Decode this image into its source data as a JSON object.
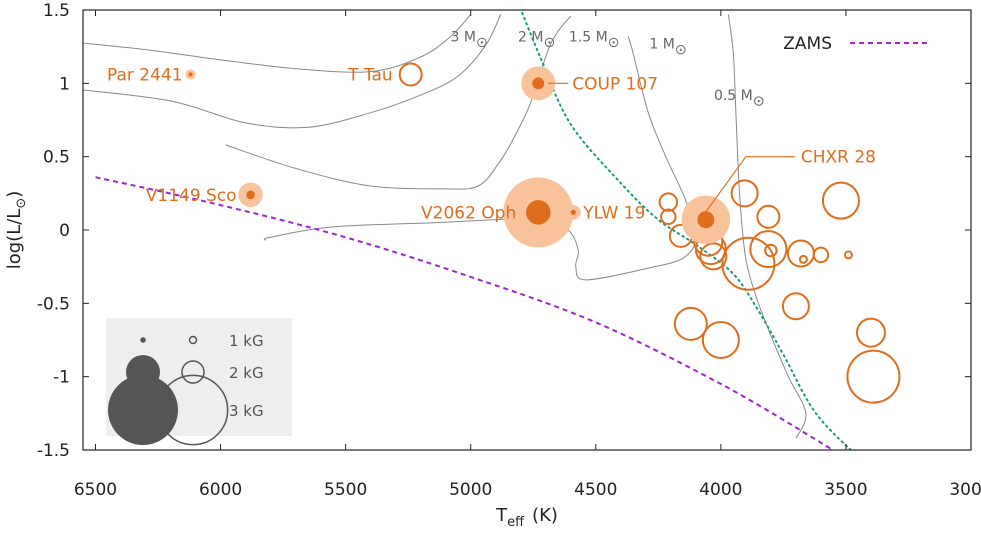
{
  "chart_data": {
    "type": "scatter",
    "xlabel": "T",
    "xlabel_sub": "eff",
    "xlabel_unit": "(K)",
    "ylabel": "log(L/L",
    "ylabel_sym": "⊙",
    "ylabel_end": ")",
    "xlim": [
      6550,
      3000
    ],
    "ylim": [
      -1.5,
      1.5
    ],
    "xticks": [
      "6500",
      "6000",
      "5500",
      "5000",
      "4500",
      "4000",
      "3500",
      "3000"
    ],
    "xtick_values": [
      6500,
      6000,
      5500,
      5000,
      4500,
      4000,
      3500,
      3000
    ],
    "yticks": [
      "1.5",
      "1",
      "0.5",
      "0",
      "-0.5",
      "-1",
      "-1.5"
    ],
    "ytick_values": [
      1.5,
      1,
      0.5,
      0,
      -0.5,
      -1,
      -1.5
    ],
    "colors": {
      "star": "#e06d1c",
      "star_light": "#f8c29b",
      "track": "#888888",
      "zams": "#9c27c9",
      "isochrone": "#1a9a7a",
      "legend_bg": "#eeeeee",
      "legend_mark": "#555555"
    },
    "zams": {
      "label": "ZAMS",
      "points": [
        [
          6500,
          0.36
        ],
        [
          6000,
          0.17
        ],
        [
          5500,
          -0.05
        ],
        [
          5000,
          -0.32
        ],
        [
          4500,
          -0.63
        ],
        [
          4000,
          -1.05
        ],
        [
          3600,
          -1.45
        ],
        [
          3560,
          -1.5
        ]
      ]
    },
    "isochrone": {
      "points": [
        [
          4810,
          1.55
        ],
        [
          4720,
          1.17
        ],
        [
          4600,
          0.72
        ],
        [
          4400,
          0.32
        ],
        [
          4250,
          0.07
        ],
        [
          4100,
          -0.1
        ],
        [
          3950,
          -0.3
        ],
        [
          3850,
          -0.55
        ],
        [
          3750,
          -0.85
        ],
        [
          3620,
          -1.25
        ],
        [
          3450,
          -1.55
        ]
      ]
    },
    "tracks": [
      {
        "name": "3 M",
        "label_x": 5030,
        "label_y": 1.32,
        "points": [
          [
            6580,
            1.28
          ],
          [
            6300,
            1.23
          ],
          [
            6000,
            1.16
          ],
          [
            5700,
            1.1
          ],
          [
            5400,
            1.08
          ],
          [
            5200,
            1.18
          ],
          [
            5080,
            1.32
          ],
          [
            5000,
            1.47
          ]
        ]
      },
      {
        "name": "2 M",
        "label_x": 4760,
        "label_y": 1.32,
        "points": [
          [
            6580,
            0.96
          ],
          [
            6200,
            0.88
          ],
          [
            5900,
            0.73
          ],
          [
            5650,
            0.7
          ],
          [
            5400,
            0.8
          ],
          [
            5200,
            0.92
          ],
          [
            5050,
            1.05
          ],
          [
            4940,
            1.26
          ],
          [
            4880,
            1.47
          ]
        ]
      },
      {
        "name": "1.5 M",
        "label_x": 4530,
        "label_y": 1.32,
        "points": [
          [
            5980,
            0.58
          ],
          [
            5700,
            0.42
          ],
          [
            5400,
            0.3
          ],
          [
            5100,
            0.28
          ],
          [
            4970,
            0.3
          ],
          [
            4890,
            0.45
          ],
          [
            4830,
            0.62
          ],
          [
            4760,
            0.87
          ],
          [
            4680,
            1.27
          ],
          [
            4600,
            1.46
          ]
        ]
      },
      {
        "name": "1 M",
        "label_x": 4235,
        "label_y": 1.27,
        "points": [
          [
            5820,
            -0.07
          ],
          [
            5800,
            -0.05
          ],
          [
            5560,
            0.02
          ],
          [
            5150,
            0.05
          ],
          [
            4900,
            0.07
          ],
          [
            4720,
            0.08
          ],
          [
            4610,
            0.0
          ],
          [
            4570,
            -0.14
          ],
          [
            4580,
            -0.25
          ],
          [
            4540,
            -0.34
          ],
          [
            4290,
            -0.26
          ],
          [
            4150,
            -0.19
          ],
          [
            4100,
            -0.05
          ],
          [
            4140,
            0.2
          ],
          [
            4220,
            0.5
          ],
          [
            4290,
            0.8
          ],
          [
            4350,
            1.2
          ],
          [
            4370,
            1.32
          ]
        ]
      },
      {
        "name": "0.5 M",
        "label_x": 3950,
        "label_y": 0.92,
        "points": [
          [
            3700,
            -1.42
          ],
          [
            3660,
            -1.25
          ],
          [
            3730,
            -1.0
          ],
          [
            3800,
            -0.72
          ],
          [
            3860,
            -0.45
          ],
          [
            3900,
            -0.2
          ],
          [
            3920,
            0.12
          ],
          [
            3930,
            0.4
          ],
          [
            3940,
            0.8
          ],
          [
            3950,
            1.2
          ],
          [
            3970,
            1.47
          ]
        ]
      }
    ],
    "labeled_stars": [
      {
        "name": "Par 2441",
        "teff": 6120,
        "logL": 1.06,
        "filled": 1.0,
        "outline": 0,
        "label_anchor": "end",
        "label_dx": -8,
        "label_dy": 0
      },
      {
        "name": "T Tau",
        "teff": 5240,
        "logL": 1.06,
        "filled": 0,
        "outline": 2.0,
        "label_anchor": "end",
        "label_dx": -18,
        "label_dy": 0
      },
      {
        "name": "COUP 107",
        "teff": 4730,
        "logL": 1.0,
        "filled": 2.0,
        "outline": 0,
        "label_anchor": "start",
        "label_dx": 34,
        "label_dy": 0
      },
      {
        "name": "V1149 Sco",
        "teff": 5880,
        "logL": 0.24,
        "filled": 1.6,
        "outline": 0,
        "label_anchor": "end",
        "label_dx": -14,
        "label_dy": 0
      },
      {
        "name": "V2062 Oph",
        "teff": 4730,
        "logL": 0.12,
        "filled": 3.0,
        "outline": 0,
        "label_anchor": "end",
        "label_dx": -22,
        "label_dy": 0
      },
      {
        "name": "YLW 19",
        "teff": 4590,
        "logL": 0.12,
        "filled": 1.2,
        "outline": 0,
        "label_anchor": "start",
        "label_dx": 10,
        "label_dy": 0
      },
      {
        "name": "CHXR 28",
        "teff": 4060,
        "logL": 0.07,
        "filled": 2.4,
        "outline": 0,
        "label_anchor": "start",
        "label_dx": 95,
        "label_dy": -63
      }
    ],
    "outline_stars": [
      {
        "teff": 4210,
        "logL": 0.19,
        "kG": 1.7
      },
      {
        "teff": 4210,
        "logL": 0.09,
        "kG": 1.5
      },
      {
        "teff": 4160,
        "logL": -0.04,
        "kG": 2.0
      },
      {
        "teff": 4120,
        "logL": -0.64,
        "kG": 2.5
      },
      {
        "teff": 4050,
        "logL": -0.08,
        "kG": 2.3
      },
      {
        "teff": 4040,
        "logL": -0.13,
        "kG": 2.4
      },
      {
        "teff": 4030,
        "logL": -0.18,
        "kG": 2.2
      },
      {
        "teff": 4020,
        "logL": 0.11,
        "kG": 0.9
      },
      {
        "teff": 4000,
        "logL": -0.75,
        "kG": 2.7
      },
      {
        "teff": 3905,
        "logL": 0.25,
        "kG": 2.2
      },
      {
        "teff": 3890,
        "logL": -0.23,
        "kG": 3.5
      },
      {
        "teff": 3810,
        "logL": 0.09,
        "kG": 2.0
      },
      {
        "teff": 3810,
        "logL": -0.13,
        "kG": 2.7
      },
      {
        "teff": 3800,
        "logL": -0.14,
        "kG": 1.3
      },
      {
        "teff": 3700,
        "logL": -0.52,
        "kG": 2.2
      },
      {
        "teff": 3680,
        "logL": -0.16,
        "kG": 2.2
      },
      {
        "teff": 3670,
        "logL": -0.2,
        "kG": 0.9
      },
      {
        "teff": 3600,
        "logL": -0.17,
        "kG": 1.5
      },
      {
        "teff": 3520,
        "logL": 0.2,
        "kG": 2.7
      },
      {
        "teff": 3490,
        "logL": -0.17,
        "kG": 1.0
      },
      {
        "teff": 3400,
        "logL": -0.7,
        "kG": 2.3
      },
      {
        "teff": 3390,
        "logL": -1.0,
        "kG": 3.5
      }
    ],
    "legend": {
      "placement": "bottom-left",
      "items": [
        {
          "label": "1 kG",
          "kG": 1
        },
        {
          "label": "2 kG",
          "kG": 2
        },
        {
          "label": "3 kG",
          "kG": 3
        }
      ]
    }
  }
}
